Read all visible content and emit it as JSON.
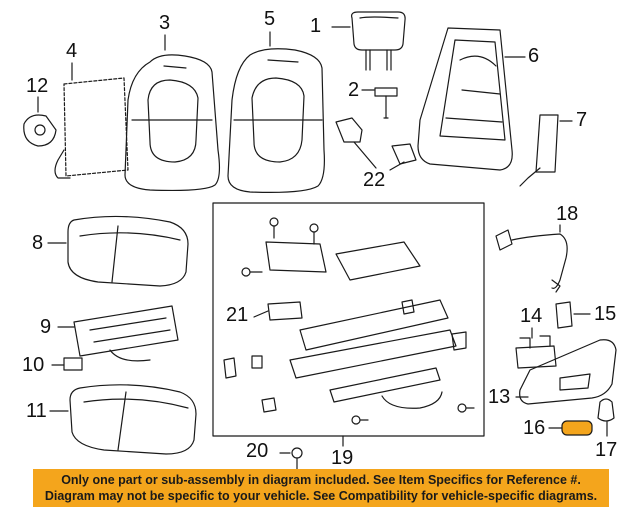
{
  "callouts": {
    "c1": "1",
    "c2": "2",
    "c3": "3",
    "c4": "4",
    "c5": "5",
    "c6": "6",
    "c7": "7",
    "c8": "8",
    "c9": "9",
    "c10": "10",
    "c11": "11",
    "c12": "12",
    "c13": "13",
    "c14": "14",
    "c15": "15",
    "c16": "16",
    "c17": "17",
    "c18": "18",
    "c19": "19",
    "c20": "20",
    "c21": "21",
    "c22": "22"
  },
  "highlighted_part": "16",
  "colors": {
    "line": "#1a1a1a",
    "highlight": "#f4a51c",
    "banner": "#f4a51c"
  },
  "banner": {
    "line1": "Only one part or sub-assembly in diagram included. See Item Specifics for Reference #.",
    "line2": "Diagram may not be specific to your vehicle. See Compatibility for vehicle-specific diagrams."
  }
}
